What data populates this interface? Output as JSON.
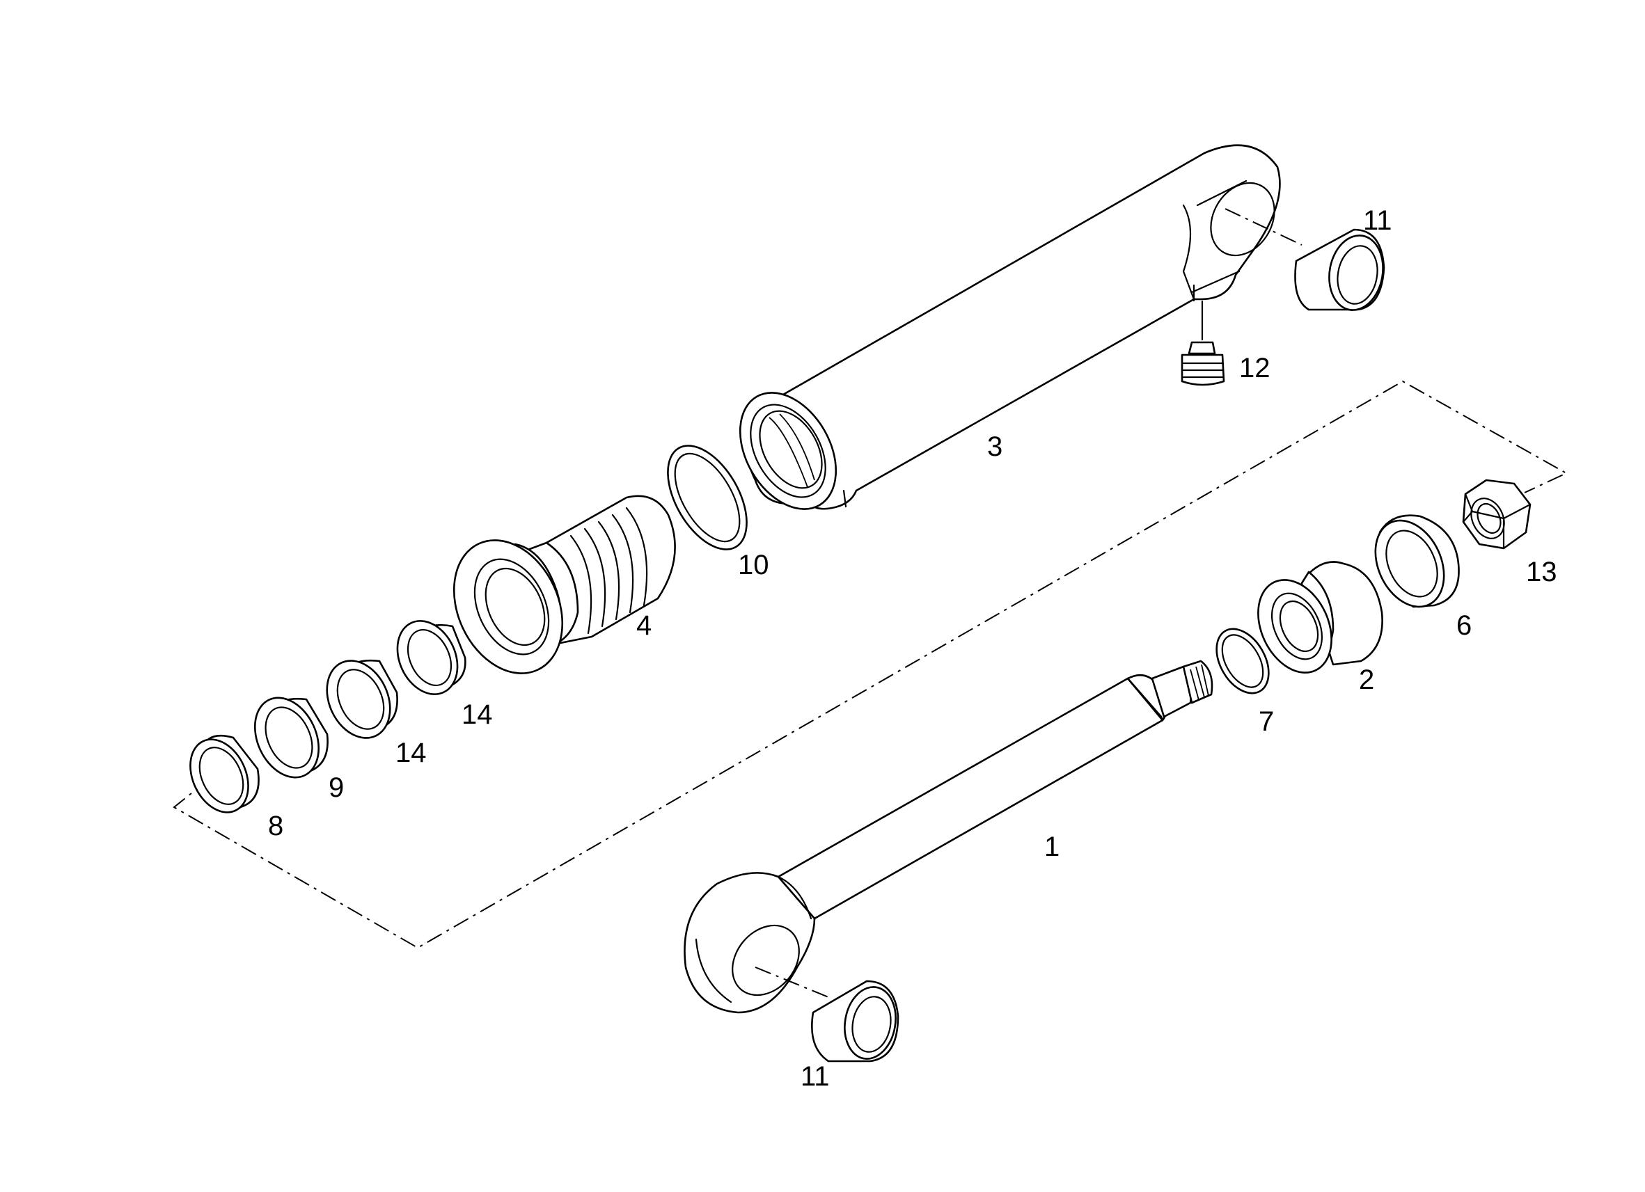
{
  "callouts": {
    "c1": "1",
    "c2": "2",
    "c3": "3",
    "c4": "4",
    "c6": "6",
    "c7": "7",
    "c8": "8",
    "c9": "9",
    "c10": "10",
    "c11_top": "11",
    "c11_bottom": "11",
    "c12": "12",
    "c13": "13",
    "c14_a": "14",
    "c14_b": "14"
  },
  "colors": {
    "line": "#000000",
    "background": "#ffffff"
  }
}
